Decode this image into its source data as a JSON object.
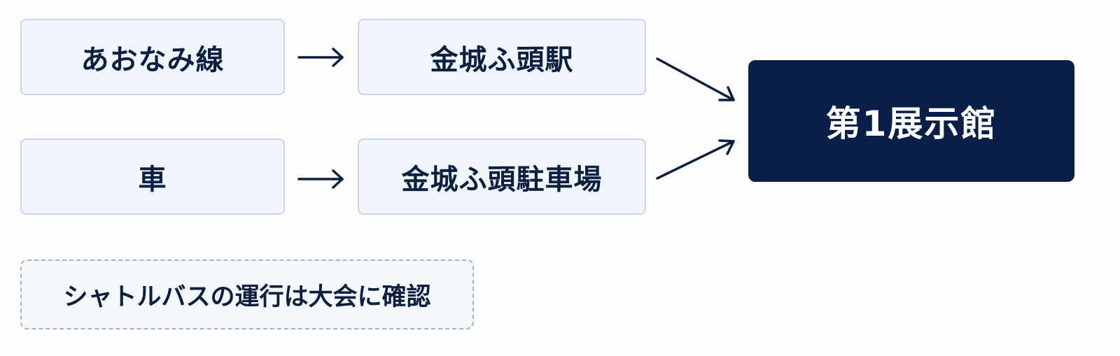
{
  "origins": {
    "train": "あおなみ線",
    "car": "車"
  },
  "stops": {
    "station": "金城ふ頭駅",
    "parking": "金城ふ頭駐車場"
  },
  "destination": "第1展示館",
  "note": "シャトルバスの運行は大会に確認",
  "colors": {
    "box_fill": "#f0f5fb",
    "box_border": "#c5d7e9",
    "destination_fill": "#0a1f47",
    "text": "#0b1f3f",
    "arrow": "#0b1f3f"
  }
}
